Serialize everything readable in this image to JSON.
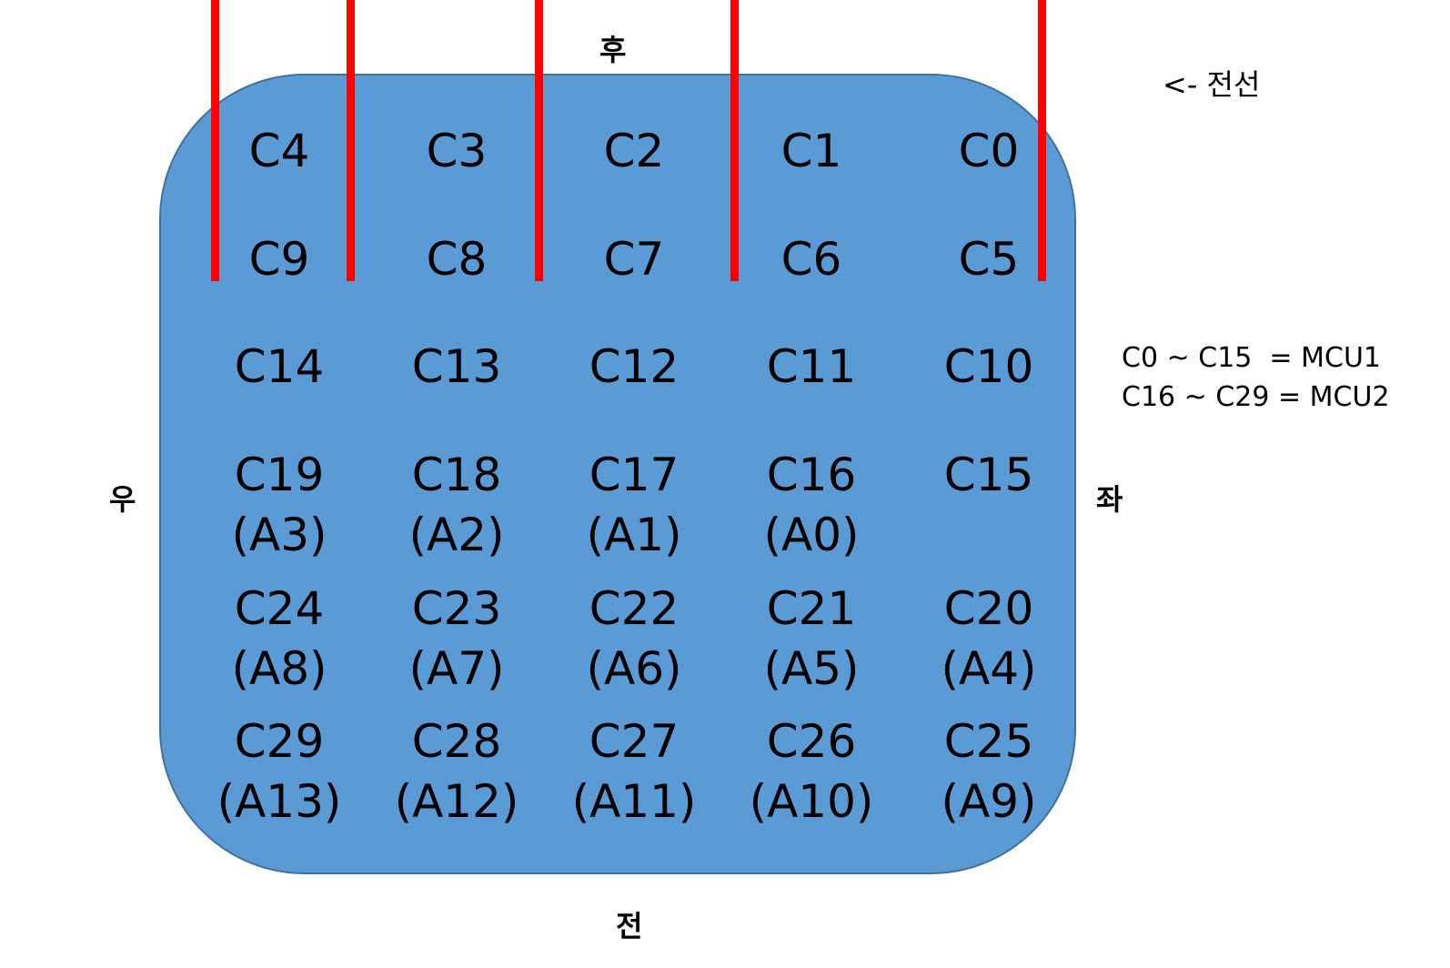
{
  "directions": {
    "back": "후",
    "front": "전",
    "right": "우",
    "left": "좌"
  },
  "wire_note": "<- 전선",
  "mcu_notes": [
    "C0 ~ C15  = MCU1",
    "C16 ~ C29 = MCU2"
  ],
  "rows": [
    [
      [
        "C4"
      ],
      [
        "C3"
      ],
      [
        "C2"
      ],
      [
        "C1"
      ],
      [
        "C0"
      ]
    ],
    [
      [
        "C9"
      ],
      [
        "C8"
      ],
      [
        "C7"
      ],
      [
        "C6"
      ],
      [
        "C5"
      ]
    ],
    [
      [
        "C14"
      ],
      [
        "C13"
      ],
      [
        "C12"
      ],
      [
        "C11"
      ],
      [
        "C10"
      ]
    ],
    [
      [
        "C19",
        "(A3)"
      ],
      [
        "C18",
        "(A2)"
      ],
      [
        "C17",
        "(A1)"
      ],
      [
        "C16",
        "(A0)"
      ],
      [
        "C15"
      ]
    ],
    [
      [
        "C24",
        "(A8)"
      ],
      [
        "C23",
        "(A7)"
      ],
      [
        "C22",
        "(A6)"
      ],
      [
        "C21",
        "(A5)"
      ],
      [
        "C20",
        "(A4)"
      ]
    ],
    [
      [
        "C29",
        "(A13)"
      ],
      [
        "C28",
        "(A12)"
      ],
      [
        "C27",
        "(A11)"
      ],
      [
        "C26",
        "(A10)"
      ],
      [
        "C25",
        "(A9)"
      ]
    ]
  ],
  "colors": {
    "board": "#5b9bd5",
    "board_border": "#41719c",
    "wire": "#ff0000"
  }
}
